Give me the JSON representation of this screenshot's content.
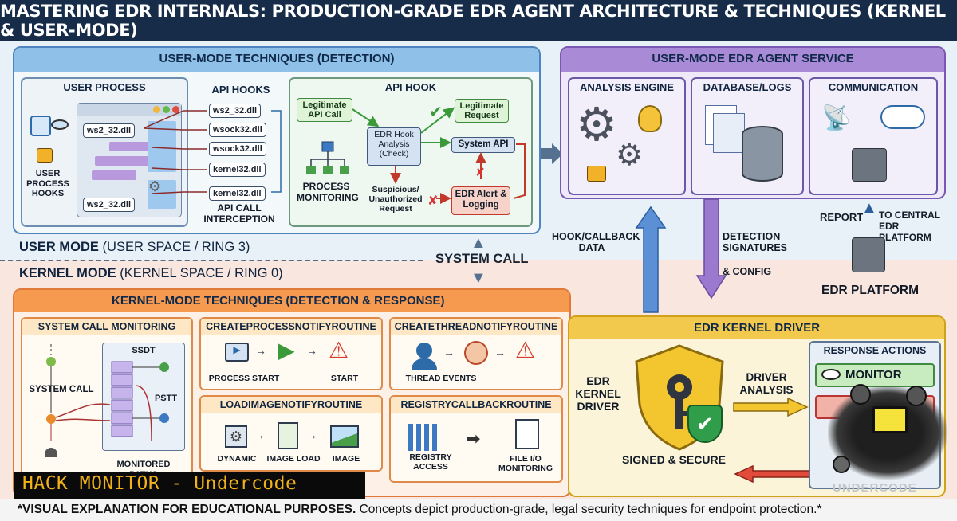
{
  "title": "MASTERING EDR INTERNALS: PRODUCTION-GRADE EDR AGENT ARCHITECTURE & TECHNIQUES (KERNEL & USER-MODE)",
  "user_mode_panel": {
    "heading": "USER-MODE TECHNIQUES (DETECTION)",
    "user_process": {
      "title": "USER PROCESS",
      "dlls": [
        "ws2_32.dll",
        "ws2_32.dll"
      ],
      "hooks_label": "USER PROCESS HOOKS"
    },
    "api_hooks": {
      "title": "API HOOKS",
      "dlls": [
        "ws2_32.dll",
        "wsock32.dll",
        "wsock32.dll",
        "kernel32.dll",
        "kernel32.dll"
      ],
      "caption": "API CALL INTERCEPTION"
    },
    "api_hook_flow": {
      "title": "API HOOK",
      "legit_call": "Legitimate API Call",
      "hook_analysis": "EDR Hook Analysis (Check)",
      "legit_request": "Legitimate Request",
      "system_api": "System API",
      "process_monitoring": "PROCESS MONITORING",
      "suspicious": "Suspicious/ Unauthorized Request",
      "alert": "EDR Alert & Logging"
    }
  },
  "agent_service": {
    "heading": "USER-MODE EDR AGENT SERVICE",
    "analysis_engine": "ANALYSIS ENGINE",
    "database_logs": "DATABASE/LOGS",
    "communication": "COMMUNICATION"
  },
  "user_mode_label": {
    "main": "USER MODE",
    "sub": "(USER SPACE / RING 3)"
  },
  "kernel_mode_label": {
    "main": "KERNEL MODE",
    "sub": "(KERNEL SPACE / RING 0)"
  },
  "system_call": "SYSTEM CALL",
  "hook_callback_data": "HOOK/CALLBACK DATA",
  "detection_signatures": "DETECTION SIGNATURES",
  "and_config": "& CONFIG",
  "report": "REPORT",
  "to_central": "TO CENTRAL EDR PLATFORM",
  "edr_platform": "EDR PLATFORM",
  "kernel_panel": {
    "heading": "KERNEL-MODE TECHNIQUES (DETECTION & RESPONSE)",
    "syscall_monitoring": {
      "title": "SYSTEM CALL MONITORING",
      "ssdt": "SSDT",
      "system_call": "SYSTEM CALL",
      "pstt": "PSTT",
      "monitored_paths": "MONITORED PATHS"
    },
    "create_process": {
      "title": "CREATEPROCESSNOTIFYROUTINE",
      "process_start": "PROCESS START",
      "start": "START"
    },
    "create_thread": {
      "title": "CREATETHREADNOTIFYROUTINE",
      "thread_events": "THREAD EVENTS"
    },
    "load_image": {
      "title": "LOADIMAGENOTIFYROUTINE",
      "dynamic": "DYNAMIC",
      "image_load": "IMAGE LOAD",
      "image": "IMAGE"
    },
    "registry": {
      "title": "REGISTRYCALLBACKROUTINE",
      "registry_access": "REGISTRY ACCESS",
      "file_io": "FILE I/O MONITORING"
    }
  },
  "kernel_driver": {
    "heading": "EDR KERNEL DRIVER",
    "label": "EDR KERNEL DRIVER",
    "signed": "SIGNED & SECURE",
    "driver_analysis": "DRIVER ANALYSIS",
    "response_actions": "RESPONSE ACTIONS",
    "monitor": "MONITOR"
  },
  "hack_banner": "HACK MONITOR - Undercode",
  "footer": {
    "bold": "*VISUAL EXPLANATION FOR EDUCATIONAL PURPOSES.",
    "rest": " Concepts depict production-grade, legal security techniques for endpoint protection.*"
  },
  "watermark": "UNDERCODE"
}
